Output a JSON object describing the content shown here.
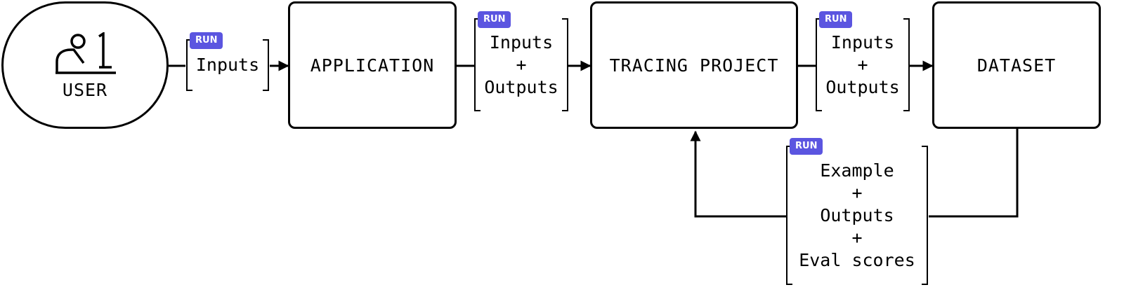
{
  "colors": {
    "stroke": "#000000",
    "background": "#ffffff",
    "badge": "#5b55e0",
    "badge_text": "#ffffff"
  },
  "nodes": {
    "user": {
      "label": "USER",
      "icon": "user-at-computer-icon"
    },
    "application": {
      "label": "APPLICATION"
    },
    "tracing_project": {
      "label": "TRACING PROJECT"
    },
    "dataset": {
      "label": "DATASET"
    }
  },
  "flows": {
    "user_to_application": {
      "badge": "RUN",
      "lines": [
        "Inputs"
      ]
    },
    "application_to_tracing": {
      "badge": "RUN",
      "lines": [
        "Inputs",
        "+",
        "Outputs"
      ]
    },
    "tracing_to_dataset": {
      "badge": "RUN",
      "lines": [
        "Inputs",
        "+",
        "Outputs"
      ]
    },
    "dataset_to_tracing": {
      "badge": "RUN",
      "lines": [
        "Example",
        "+",
        "Outputs",
        "+",
        "Eval scores"
      ]
    }
  }
}
